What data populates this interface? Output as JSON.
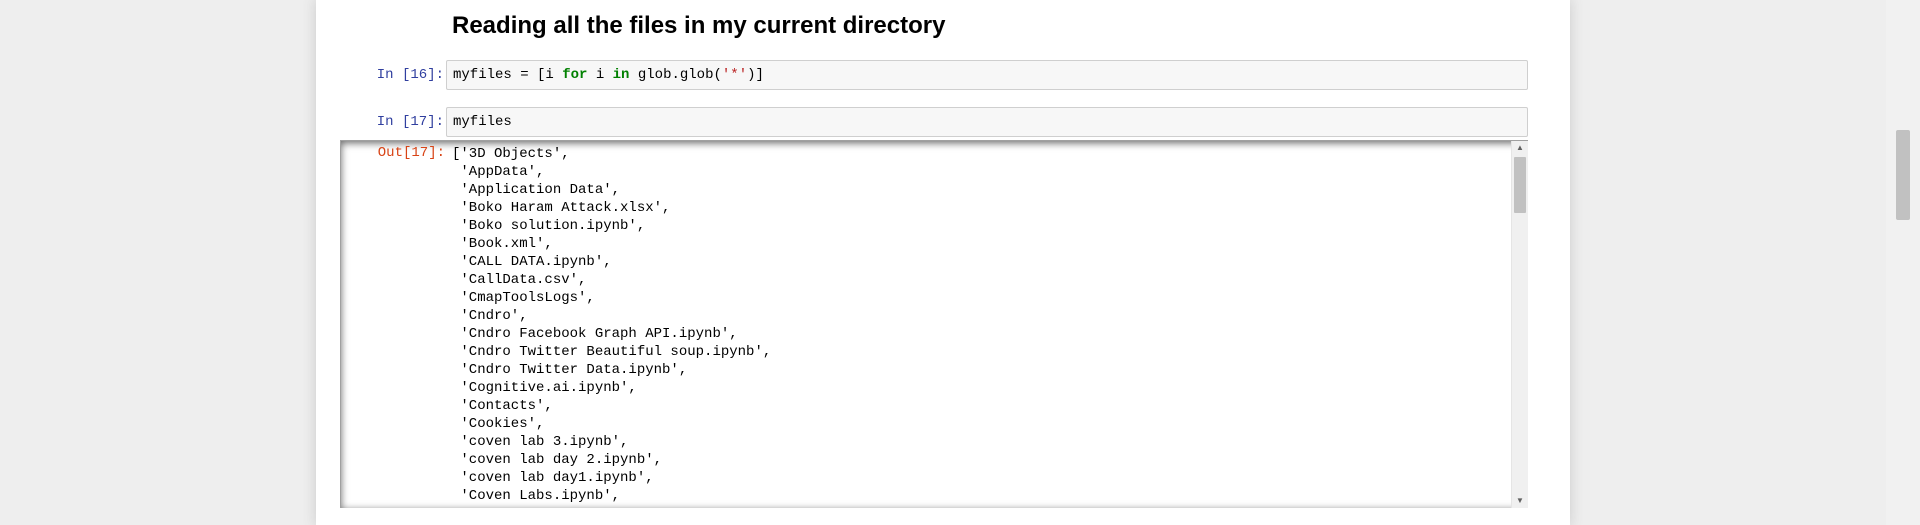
{
  "heading": "Reading all the files in my current directory",
  "cells": [
    {
      "prompt": "In [16]:",
      "code": {
        "part1": "myfiles = [i ",
        "kw1": "for",
        "part2": " i ",
        "kw2": "in",
        "part3": " glob.glob(",
        "str1": "'*'",
        "part4": ")]"
      }
    },
    {
      "prompt": "In [17]:",
      "code_text": "myfiles"
    }
  ],
  "output": {
    "prompt": "Out[17]:",
    "text": "['3D Objects',\n 'AppData',\n 'Application Data',\n 'Boko Haram Attack.xlsx',\n 'Boko solution.ipynb',\n 'Book.xml',\n 'CALL DATA.ipynb',\n 'CallData.csv',\n 'CmapToolsLogs',\n 'Cndro',\n 'Cndro Facebook Graph API.ipynb',\n 'Cndro Twitter Beautiful soup.ipynb',\n 'Cndro Twitter Data.ipynb',\n 'Cognitive.ai.ipynb',\n 'Contacts',\n 'Cookies',\n 'coven lab 3.ipynb',\n 'coven lab day 2.ipynb',\n 'coven lab day1.ipynb',\n 'Coven Labs.ipynb',"
  },
  "icons": {
    "scroll_up": "arrow-up-icon",
    "scroll_down": "arrow-down-icon"
  }
}
